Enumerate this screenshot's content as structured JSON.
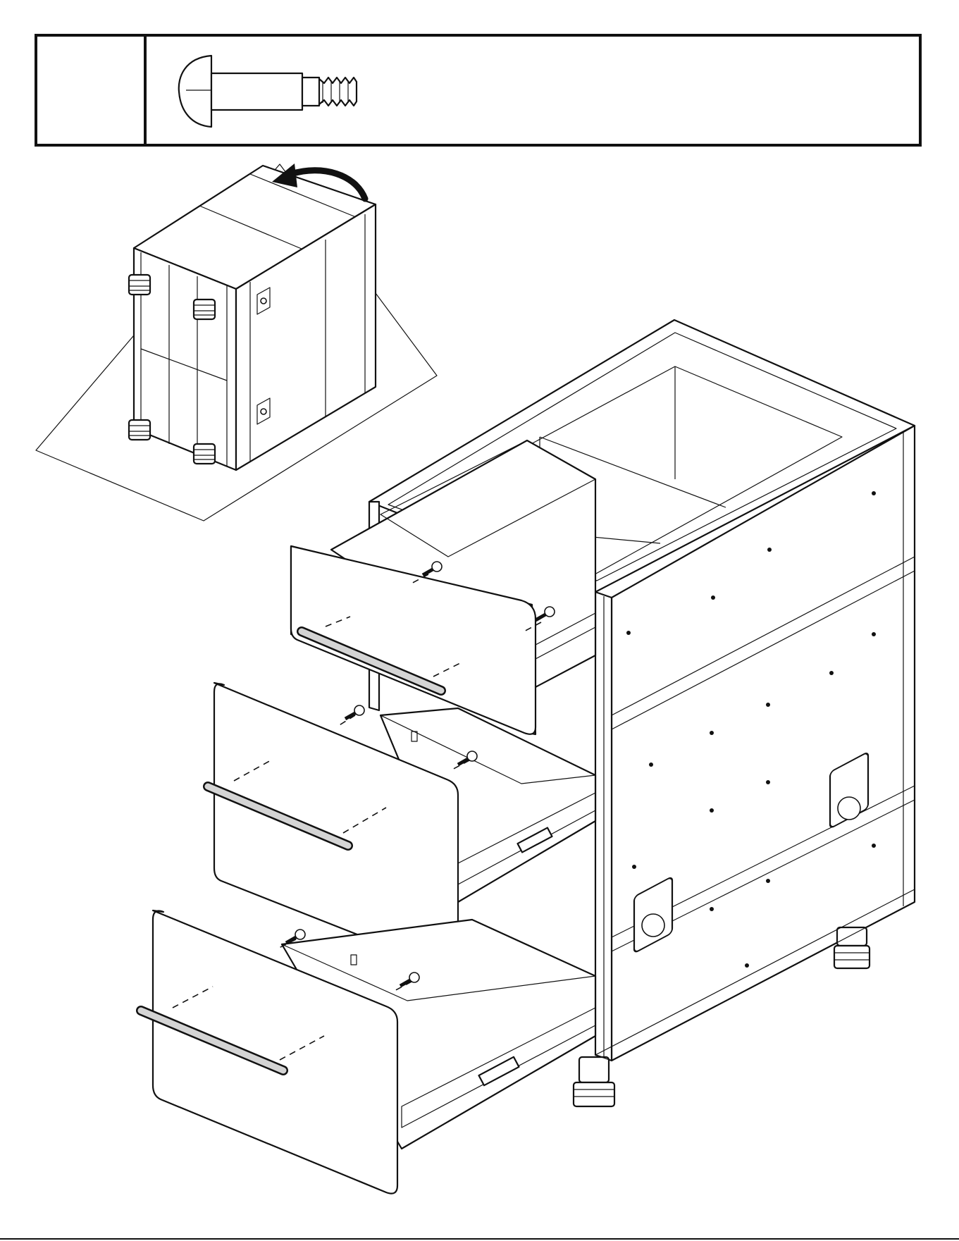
{
  "figure": {
    "parts_box": {
      "label": "",
      "part": "handle-mounting-screw"
    },
    "inset": "cabinet-turned-upside-down-with-rotation-arrow",
    "main": "cabinet-with-three-drawers-and-bar-handles",
    "colors": {
      "line": "#111111",
      "handle": "#d4d4d4",
      "background": "#ffffff"
    }
  }
}
